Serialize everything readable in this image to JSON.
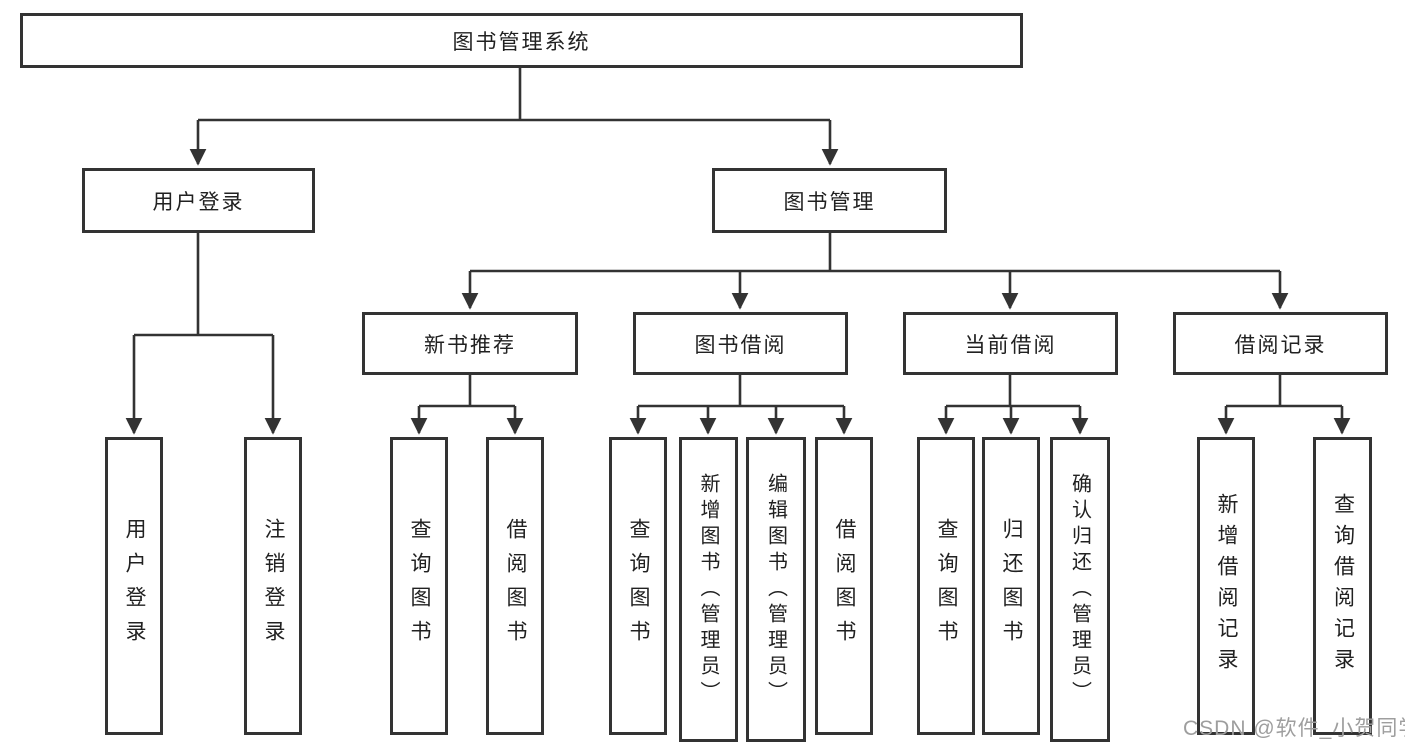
{
  "diagram": {
    "root": {
      "label": "图书管理系统"
    },
    "level2": [
      {
        "label": "用户登录"
      },
      {
        "label": "图书管理"
      }
    ],
    "level3": [
      {
        "label": "新书推荐"
      },
      {
        "label": "图书借阅"
      },
      {
        "label": "当前借阅"
      },
      {
        "label": "借阅记录"
      }
    ],
    "leaves": {
      "user_login": [
        "用户登录",
        "注销登录"
      ],
      "new_books": [
        "查询图书",
        "借阅图书"
      ],
      "book_borrow": [
        "查询图书",
        "新增图书（管理员）",
        "编辑图书（管理员）",
        "借阅图书"
      ],
      "current_borrow": [
        "查询图书",
        "归还图书",
        "确认归还（管理员）"
      ],
      "borrow_records": [
        "新增借阅记录",
        "查询借阅记录"
      ]
    },
    "colors": {
      "line": "#333333",
      "border": "#333333",
      "text": "#212121",
      "background": "#ffffff",
      "watermark": "#9e9e9e"
    }
  },
  "watermark": {
    "text": "CSDN @软件_小贺同学"
  }
}
